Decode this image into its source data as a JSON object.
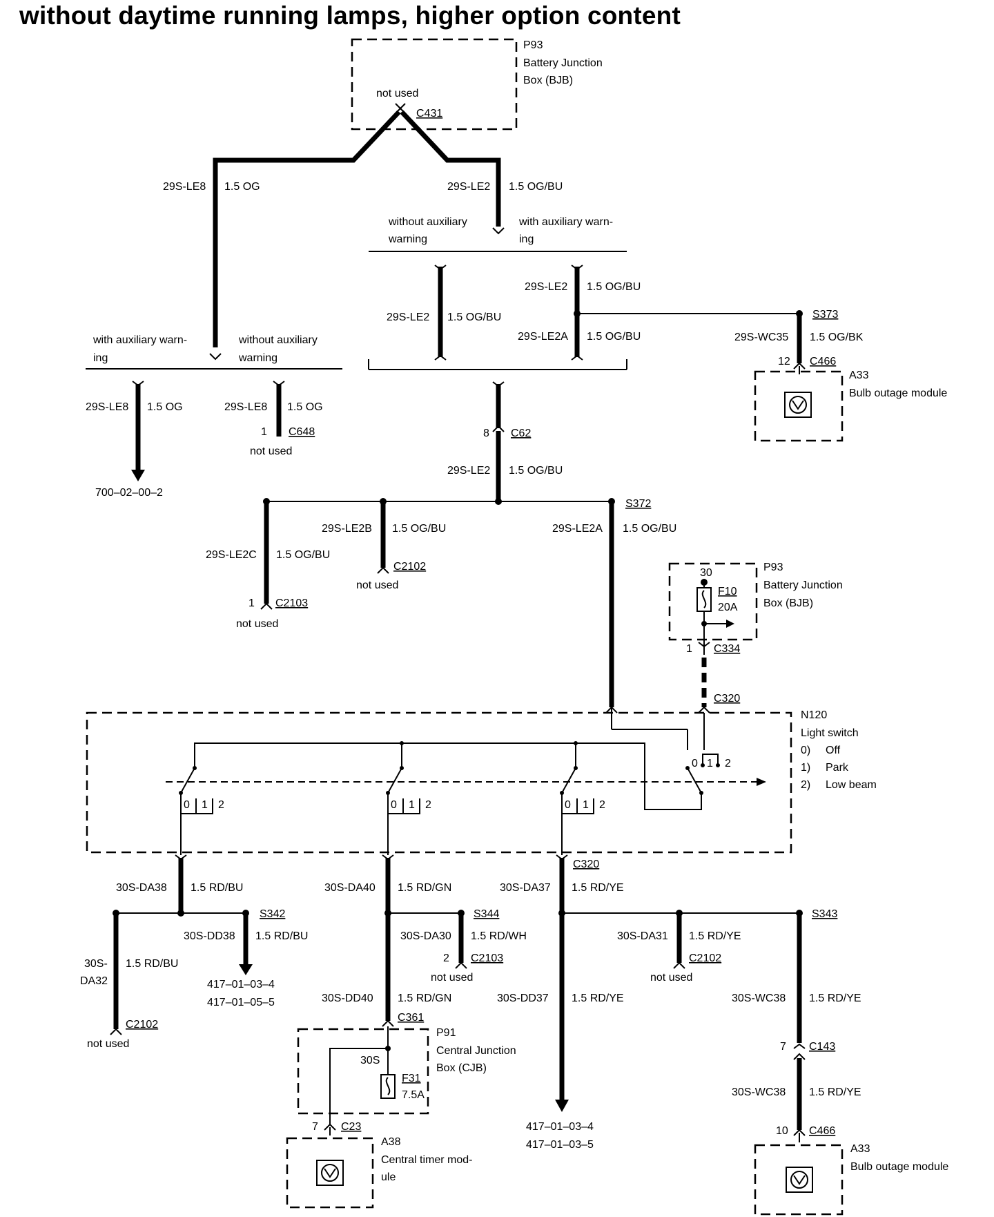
{
  "title": "without daytime running lamps, higher option content",
  "components": {
    "p93_top": {
      "id": "P93",
      "name_l1": "Battery Junction",
      "name_l2": "Box (BJB)",
      "pin_note": "not used",
      "connector": "C431"
    },
    "p93_fuse": {
      "id": "P93",
      "name_l1": "Battery Junction",
      "name_l2": "Box (BJB)",
      "pin": "30",
      "fuse": "F10",
      "rating": "20A"
    },
    "a33_top": {
      "id": "A33",
      "name": "Bulb outage module",
      "pin": "12",
      "connector": "C466"
    },
    "a33_bottom": {
      "id": "A33",
      "name": "Bulb outage module",
      "pin": "10",
      "connector": "C466"
    },
    "a38": {
      "id": "A38",
      "name_l1": "Central timer mod-",
      "name_l2": "ule",
      "pin": "7",
      "connector": "C23"
    },
    "p91": {
      "id": "P91",
      "name_l1": "Central Junction",
      "name_l2": "Box (CJB)",
      "pin": "30S",
      "fuse": "F31",
      "rating": "7.5A"
    },
    "n120": {
      "id": "N120",
      "name": "Light switch",
      "positions": [
        {
          "num": "0)",
          "label": "Off"
        },
        {
          "num": "1)",
          "label": "Park"
        },
        {
          "num": "2)",
          "label": "Low beam"
        }
      ]
    }
  },
  "branch_labels": {
    "without_aux_top_l1": "without auxiliary",
    "without_aux_top_l2": "warning",
    "with_aux_top_l1": "with auxiliary warn-",
    "with_aux_top_l2": "ing",
    "with_aux_left_l1": "with auxiliary warn-",
    "with_aux_left_l2": "ing",
    "without_aux_left_l1": "without auxiliary",
    "without_aux_left_l2": "warning"
  },
  "wires": {
    "le8_top": {
      "circuit": "29S-LE8",
      "spec": "1.5 OG"
    },
    "le2_top": {
      "circuit": "29S-LE2",
      "spec": "1.5 OG/BU"
    },
    "le2_mid": {
      "circuit": "29S-LE2",
      "spec": "1.5 OG/BU"
    },
    "le2_aux_a": {
      "circuit": "29S-LE2",
      "spec": "1.5 OG/BU"
    },
    "le2a_aux": {
      "circuit": "29S-LE2A",
      "spec": "1.5 OG/BU"
    },
    "wc35": {
      "circuit": "29S-WC35",
      "spec": "1.5 OG/BK"
    },
    "le8_left": {
      "circuit": "29S-LE8",
      "spec": "1.5 OG"
    },
    "le8_right": {
      "circuit": "29S-LE8",
      "spec": "1.5 OG"
    },
    "le2_c62": {
      "circuit": "29S-LE2",
      "spec": "1.5 OG/BU"
    },
    "le2b": {
      "circuit": "29S-LE2B",
      "spec": "1.5 OG/BU"
    },
    "le2c": {
      "circuit": "29S-LE2C",
      "spec": "1.5 OG/BU"
    },
    "le2a_main": {
      "circuit": "29S-LE2A",
      "spec": "1.5 OG/BU"
    },
    "da38": {
      "circuit": "30S-DA38",
      "spec": "1.5 RD/BU"
    },
    "da40": {
      "circuit": "30S-DA40",
      "spec": "1.5 RD/GN"
    },
    "da37": {
      "circuit": "30S-DA37",
      "spec": "1.5 RD/YE"
    },
    "da32_l1": "30S-",
    "da32_l2": "DA32",
    "da32_spec": "1.5 RD/BU",
    "dd38": {
      "circuit": "30S-DD38",
      "spec": "1.5 RD/BU"
    },
    "da30": {
      "circuit": "30S-DA30",
      "spec": "1.5 RD/WH"
    },
    "da31": {
      "circuit": "30S-DA31",
      "spec": "1.5 RD/YE"
    },
    "dd40": {
      "circuit": "30S-DD40",
      "spec": "1.5 RD/GN"
    },
    "dd37": {
      "circuit": "30S-DD37",
      "spec": "1.5 RD/YE"
    },
    "wc38_a": {
      "circuit": "30S-WC38",
      "spec": "1.5 RD/YE"
    },
    "wc38_b": {
      "circuit": "30S-WC38",
      "spec": "1.5 RD/YE"
    }
  },
  "splices": {
    "s373": "S373",
    "s372": "S372",
    "s342": "S342",
    "s344": "S344",
    "s343": "S343"
  },
  "connectors": {
    "c648": {
      "pin": "1",
      "id": "C648",
      "note": "not used"
    },
    "c62": {
      "pin": "8",
      "id": "C62"
    },
    "c2102_top": {
      "id": "C2102",
      "note": "not used"
    },
    "c2103_top": {
      "pin": "1",
      "id": "C2103",
      "note": "not used"
    },
    "c334": {
      "pin": "1",
      "id": "C334"
    },
    "c320_top": {
      "id": "C320"
    },
    "c320_bottom": {
      "id": "C320"
    },
    "c2102_left": {
      "id": "C2102",
      "note": "not used"
    },
    "c2103_mid": {
      "pin": "2",
      "id": "C2103",
      "note": "not used"
    },
    "c2102_right": {
      "id": "C2102",
      "note": "not used"
    },
    "c361": {
      "id": "C361"
    },
    "c143": {
      "pin": "7",
      "id": "C143"
    }
  },
  "switch_positions": {
    "p0": "0",
    "p1": "1",
    "p2": "2"
  },
  "references": {
    "ref_700": "700–02–00–2",
    "ref_dd38_a": "417–01–03–4",
    "ref_dd38_b": "417–01–05–5",
    "ref_dd37_a": "417–01–03–4",
    "ref_dd37_b": "417–01–03–5"
  }
}
